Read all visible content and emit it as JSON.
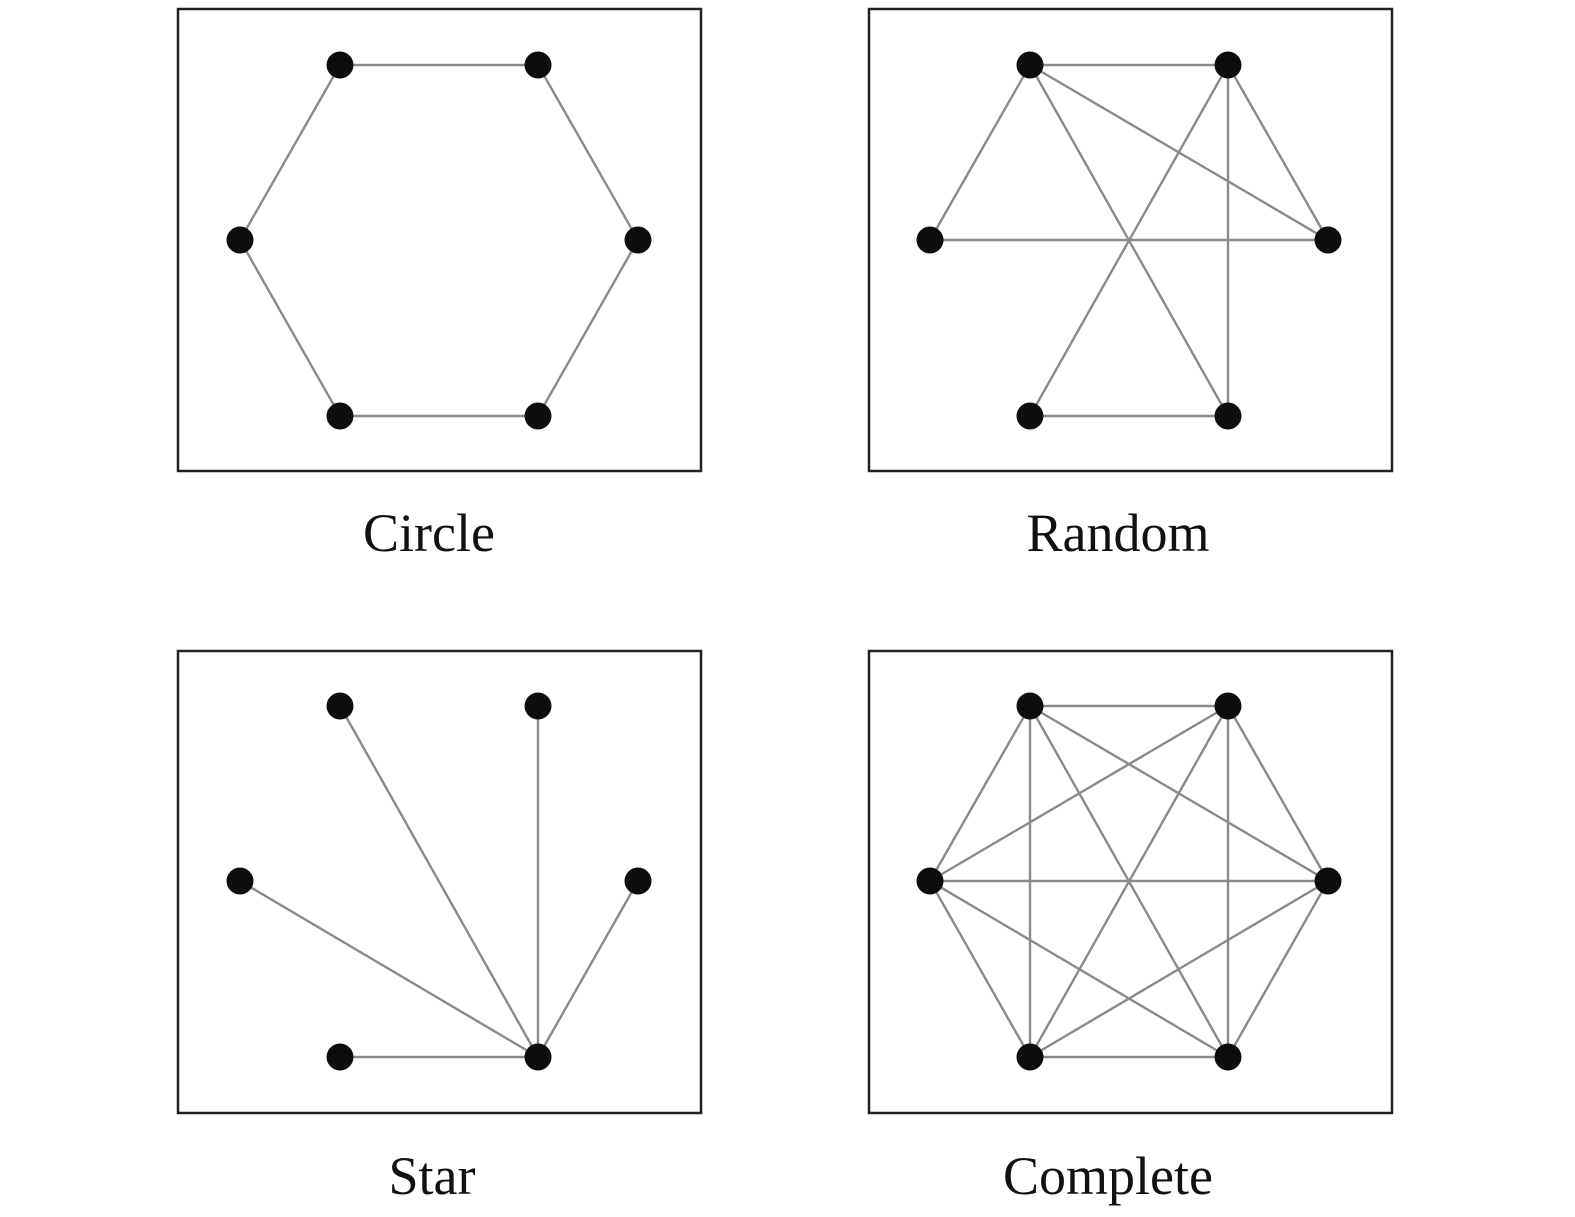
{
  "colors": {
    "background": "#ffffff",
    "frame": "#222222",
    "edge": "#8a8a8a",
    "node": "#0d0d0d",
    "caption": "#111111"
  },
  "panels": [
    {
      "id": "circle",
      "caption": "Circle",
      "nodes": [
        "top-left",
        "top-right",
        "right",
        "bottom-right",
        "bottom-left",
        "left"
      ],
      "edges": [
        [
          0,
          1
        ],
        [
          1,
          2
        ],
        [
          2,
          3
        ],
        [
          3,
          4
        ],
        [
          4,
          5
        ],
        [
          5,
          0
        ]
      ]
    },
    {
      "id": "random",
      "caption": "Random",
      "nodes": [
        "top-left",
        "top-right",
        "right",
        "bottom-right",
        "bottom-left",
        "left"
      ],
      "edges": [
        [
          0,
          1
        ],
        [
          0,
          2
        ],
        [
          0,
          3
        ],
        [
          0,
          5
        ],
        [
          1,
          2
        ],
        [
          1,
          3
        ],
        [
          1,
          4
        ],
        [
          3,
          4
        ],
        [
          5,
          2
        ]
      ]
    },
    {
      "id": "star",
      "caption": "Star",
      "nodes": [
        "top-left",
        "top-right",
        "right",
        "bottom-right",
        "bottom-left",
        "left"
      ],
      "edges": [
        [
          3,
          0
        ],
        [
          3,
          1
        ],
        [
          3,
          2
        ],
        [
          3,
          4
        ],
        [
          3,
          5
        ]
      ]
    },
    {
      "id": "complete",
      "caption": "Complete",
      "nodes": [
        "top-left",
        "top-right",
        "right",
        "bottom-right",
        "bottom-left",
        "left"
      ],
      "edges": [
        [
          0,
          1
        ],
        [
          0,
          2
        ],
        [
          0,
          3
        ],
        [
          0,
          4
        ],
        [
          0,
          5
        ],
        [
          1,
          2
        ],
        [
          1,
          3
        ],
        [
          1,
          4
        ],
        [
          1,
          5
        ],
        [
          2,
          3
        ],
        [
          2,
          4
        ],
        [
          2,
          5
        ],
        [
          3,
          4
        ],
        [
          3,
          5
        ],
        [
          4,
          5
        ]
      ]
    }
  ]
}
